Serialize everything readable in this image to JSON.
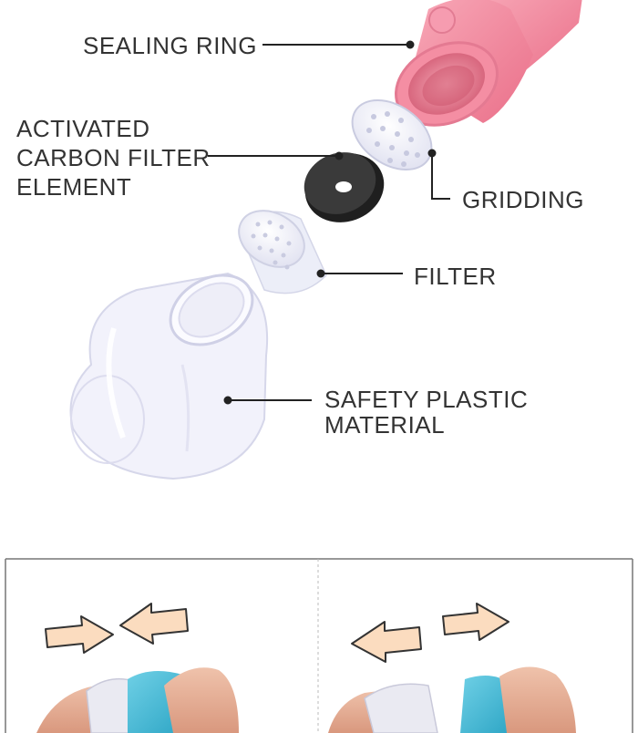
{
  "labels": {
    "sealing_ring": "SEALING RING",
    "activated_carbon": [
      "ACTIVATED",
      "CARBON FILTER",
      "ELEMENT"
    ],
    "gridding": "GRIDDING",
    "filter": "FILTER",
    "safety_plastic": [
      "SAFETY PLASTIC",
      "MATERIAL"
    ]
  },
  "colors": {
    "bottle_pink": "#f4879d",
    "bottle_teal": "#3fb6d3",
    "carbon": "#2a2a2a",
    "arrow_fill": "#fbdcbf",
    "skin": "#e7b39a",
    "text": "#333333"
  },
  "icons": {
    "left_panel": [
      "arrow-right-icon",
      "arrow-left-icon"
    ],
    "right_panel": [
      "arrow-left-icon",
      "arrow-right-icon"
    ]
  }
}
